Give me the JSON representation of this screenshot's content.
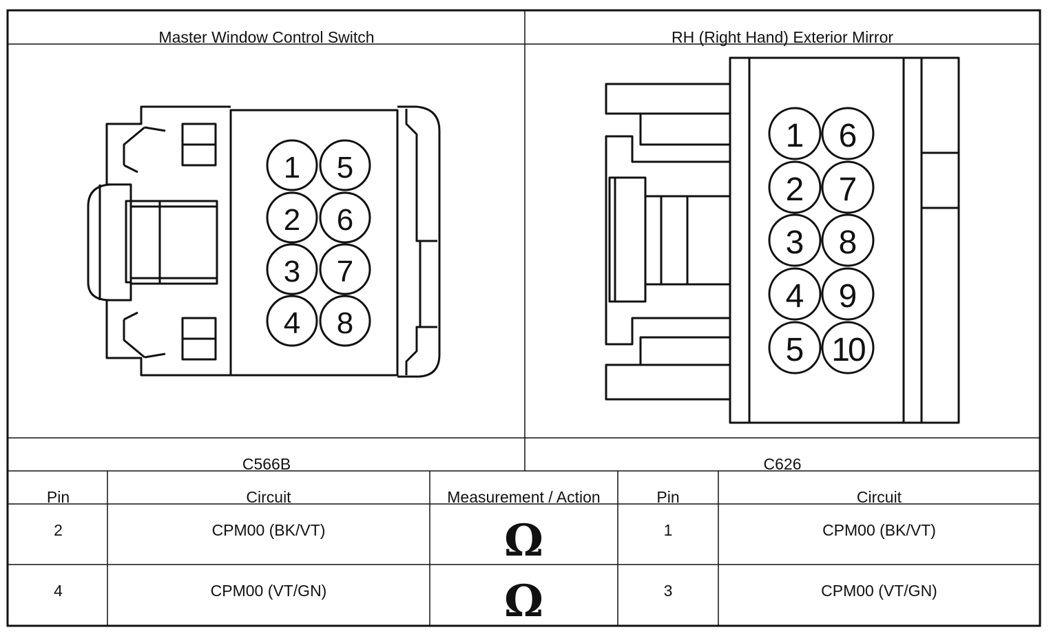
{
  "connectors": {
    "left": {
      "title": "Master Window Control Switch",
      "id": "C566B",
      "pins_col1": [
        "1",
        "2",
        "3",
        "4"
      ],
      "pins_col2": [
        "5",
        "6",
        "7",
        "8"
      ]
    },
    "right": {
      "title": "RH (Right Hand) Exterior Mirror",
      "id": "C626",
      "pins_col1": [
        "1",
        "2",
        "3",
        "4",
        "5"
      ],
      "pins_col2": [
        "6",
        "7",
        "8",
        "9",
        "10"
      ]
    }
  },
  "table": {
    "headers": [
      "Pin",
      "Circuit",
      "Measurement / Action",
      "Pin",
      "Circuit"
    ],
    "rows": [
      {
        "pin_a": "2",
        "circuit_a": "CPM00 (BK/VT)",
        "action": "Ω",
        "pin_b": "1",
        "circuit_b": "CPM00 (BK/VT)"
      },
      {
        "pin_a": "4",
        "circuit_a": "CPM00 (VT/GN)",
        "action": "Ω",
        "pin_b": "3",
        "circuit_b": "CPM00 (VT/GN)"
      }
    ]
  }
}
